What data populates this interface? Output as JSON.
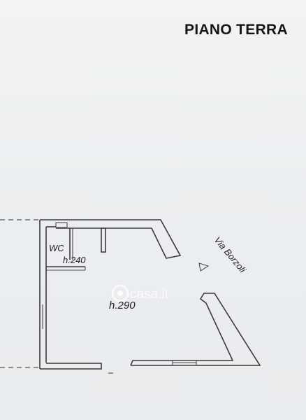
{
  "plan": {
    "floor_title": "PIANO TERRA",
    "rooms": {
      "wc_label": "WC",
      "wc_height": "h.240",
      "main_height": "h.290"
    },
    "street_label": "Via Borzoli",
    "watermark": {
      "brand": "casa",
      "suffix": ".it"
    }
  }
}
